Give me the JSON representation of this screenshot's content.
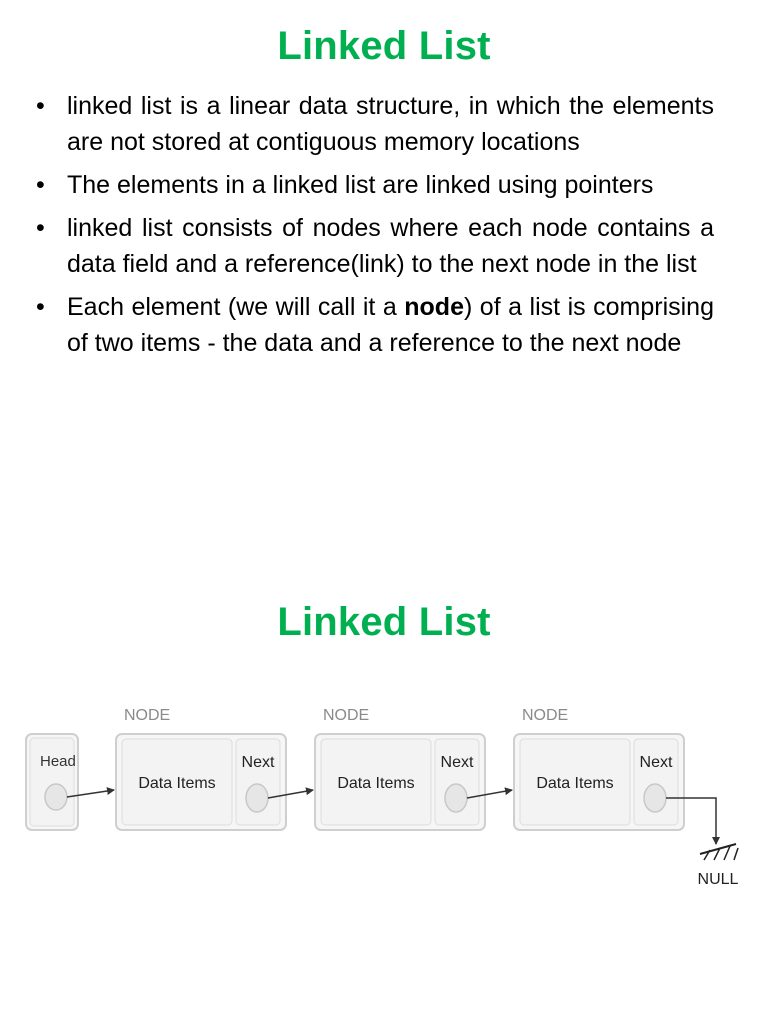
{
  "slide1": {
    "title": "Linked List",
    "bullet_glyph": "•",
    "bullets": [
      "linked list is a linear data structure, in which the elements are not stored at contiguous memory locations",
      "The elements in a linked list are linked using pointers",
      "linked list consists of nodes where each node contains a data field and a reference(link) to the next node in the list"
    ],
    "bullet4": {
      "before": "Each element (we will call it a ",
      "bold": "node",
      "after": ") of a list is comprising of two items - the data and a reference to the next node"
    }
  },
  "slide2": {
    "title": "Linked List",
    "diagram": {
      "head_label": "Head",
      "nodes": [
        {
          "caption": "NODE",
          "data_label": "Data Items",
          "next_label": "Next"
        },
        {
          "caption": "NODE",
          "data_label": "Data Items",
          "next_label": "Next"
        },
        {
          "caption": "NODE",
          "data_label": "Data Items",
          "next_label": "Next"
        }
      ],
      "null_label": "NULL"
    }
  }
}
